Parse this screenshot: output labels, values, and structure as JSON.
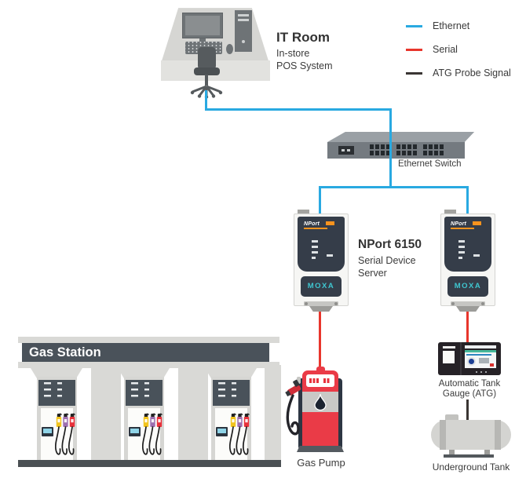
{
  "legend": {
    "items": [
      {
        "label": "Ethernet",
        "color": "#29a9e1"
      },
      {
        "label": "Serial",
        "color": "#e8362c"
      },
      {
        "label": "ATG Probe Signal",
        "color": "#3a3533"
      }
    ]
  },
  "nodes": {
    "it_room": {
      "title": "IT Room",
      "line1": "In-store",
      "line2": "POS System"
    },
    "ethernet_switch": {
      "label": "Ethernet Switch"
    },
    "nport": {
      "title": "NPort 6150",
      "line1": "Serial Device",
      "line2": "Server",
      "brand": "MOXA",
      "logo": "NPort"
    },
    "gas_station": {
      "label": "Gas Station"
    },
    "gas_pump": {
      "label": "Gas Pump"
    },
    "atg": {
      "line1": "Automatic Tank",
      "line2": "Gauge (ATG)"
    },
    "underground_tank": {
      "label": "Underground Tank"
    }
  },
  "colors": {
    "ethernet": "#29a9e1",
    "serial": "#e8362c",
    "atg_probe": "#3a3533",
    "moxa_teal": "#3fc6d0",
    "nport_orange": "#f7931e",
    "pump_red": "#ea3b47",
    "nozzles": [
      "#f2c41d",
      "#9d6fb0",
      "#e8313b"
    ]
  }
}
